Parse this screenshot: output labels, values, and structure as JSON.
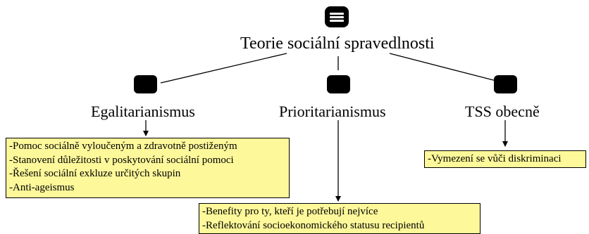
{
  "root": {
    "label": "Teorie sociální spravedlnosti",
    "icon": "document-icon"
  },
  "branches": [
    {
      "label": "Egalitarianismus",
      "icon": "node-icon",
      "items": [
        "-Pomoc sociálně vyloučeným a zdravotně postiženým",
        "-Stanovení důležitosti v poskytování sociální pomoci",
        "-Řešení sociální exkluze určitých skupin",
        "-Anti-ageismus"
      ]
    },
    {
      "label": "Prioritarianismus",
      "icon": "node-icon",
      "items": [
        "-Benefity pro ty, kteří je potřebují nejvíce",
        "-Reflektování socioekonomického statusu recipientů"
      ]
    },
    {
      "label": "TSS obecně",
      "icon": "node-icon",
      "items": [
        "-Vymezení se vůči diskriminaci"
      ]
    }
  ],
  "colors": {
    "box_fill": "#fdf89a",
    "line": "#000000"
  }
}
